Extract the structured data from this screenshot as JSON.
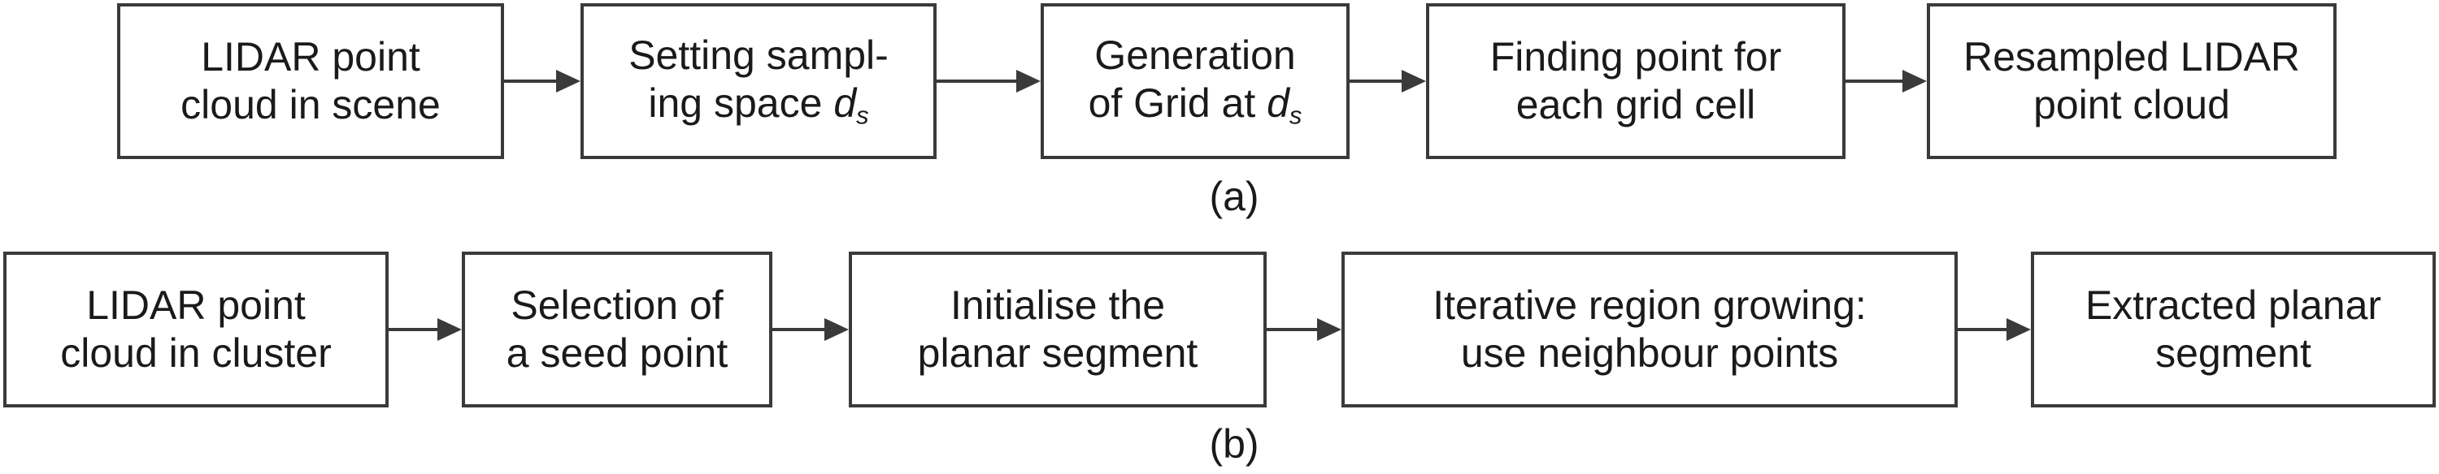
{
  "diagram_a": {
    "caption": "(a)",
    "steps": [
      {
        "line1": "LIDAR point",
        "line2": "cloud in scene"
      },
      {
        "line1": "Setting sampl-",
        "line2_text": "ing space ",
        "symbol": "d",
        "subscript": "s"
      },
      {
        "line1": "Generation",
        "line2_text": "of Grid at ",
        "symbol": "d",
        "subscript": "s"
      },
      {
        "line1": "Finding point for",
        "line2": "each grid cell"
      },
      {
        "line1": "Resampled LIDAR",
        "line2": "point cloud"
      }
    ]
  },
  "diagram_b": {
    "caption": "(b)",
    "steps": [
      {
        "line1": "LIDAR point",
        "line2": "cloud in cluster"
      },
      {
        "line1": "Selection of",
        "line2": "a seed point"
      },
      {
        "line1": "Initialise the",
        "line2": "planar segment"
      },
      {
        "line1": "Iterative region growing:",
        "line2": "use neighbour points"
      },
      {
        "line1": "Extracted planar",
        "line2": "segment"
      }
    ]
  }
}
